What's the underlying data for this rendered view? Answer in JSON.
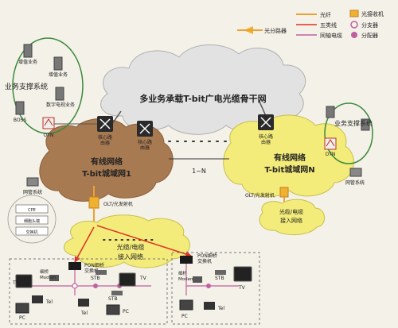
{
  "legend": {
    "optical_splitter": "光分路器",
    "fiber": "光纤",
    "cat5": "五类线",
    "coax": "同轴电缆",
    "optical_transceiver": "光接收机",
    "splitter": "分支器",
    "tap": "分配器"
  },
  "colors": {
    "fiber": "#f0a030",
    "cat5": "#e03020",
    "coax": "#c060a0",
    "cloud_brown": "#a87a52",
    "cloud_yellow": "#f4ec7a",
    "cloud_gray": "#e2e2e2"
  },
  "left_group": {
    "title": "业务支撑系统",
    "value_added_1": "增值业务",
    "value_added_2": "增值业务",
    "digital_tv": "数字电视业务",
    "boss": "BOSS",
    "otn": "OTN",
    "nms": "网管系统"
  },
  "right_group": {
    "title": "业务支撑系统",
    "otn": "OTN",
    "nms": "网管系统",
    "olt": "OLT/光发射机"
  },
  "backbone": {
    "label": "多业务承载T-bit广电光缆骨干网"
  },
  "city1": {
    "line1": "有线网络",
    "line2": "T-bit城域网1",
    "router1": "核心路\n由器",
    "router2": "核心路\n由器"
  },
  "cityN": {
    "line1": "有线网络",
    "line2": "T-bit城域网N",
    "router": "核心路\n由器"
  },
  "range_label": "1~N",
  "olt_left": "OLT/光发射机",
  "access": {
    "line1": "光缆/电缆",
    "line2": "接入网络"
  },
  "access_right": {
    "line1": "光缆/电缆",
    "line2": "接入网络"
  },
  "device_box": {
    "row1": "CPE",
    "row2": "细胞头端",
    "row3": "交换机"
  },
  "home_left": {
    "pon_switch": "PON细桥\n交换机",
    "cable_modem": "细桥\nModem",
    "stb1": "STB",
    "stb2": "STB",
    "tv1": "TV",
    "tv2": "TV",
    "pc1": "PC",
    "pc2": "PC",
    "tel1": "Tel",
    "tel2": "Tel"
  },
  "home_right": {
    "pon_switch": "PON细桥\n交换机",
    "cable_modem": "细桥\nModem",
    "stb": "STB",
    "tv": "TV",
    "pc": "PC",
    "tel": "Tel"
  }
}
